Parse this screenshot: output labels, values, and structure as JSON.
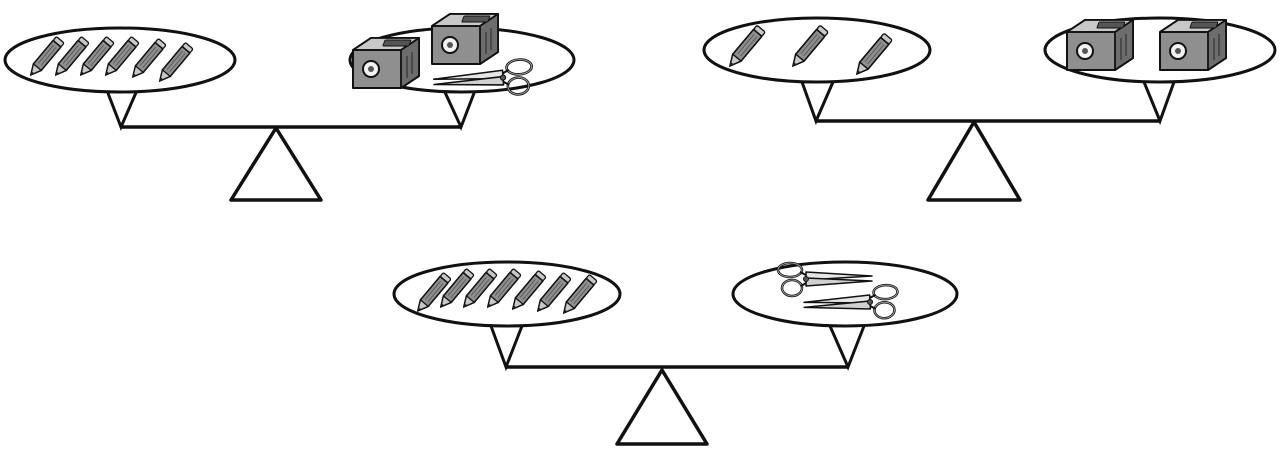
{
  "colors": {
    "ink": "#111111",
    "pan_fill": "#ffffff",
    "item_fill": "#8f8f8f",
    "item_light": "#c8c8c8",
    "item_dark": "#555555"
  },
  "scales": [
    {
      "name": "scale-1",
      "left_pan": {
        "item": "pencil",
        "count": 6
      },
      "right_pan": [
        {
          "item": "sharpener",
          "count": 2
        },
        {
          "item": "scissors",
          "count": 1
        }
      ],
      "balanced": true
    },
    {
      "name": "scale-2",
      "left_pan": {
        "item": "pencil",
        "count": 3
      },
      "right_pan": [
        {
          "item": "sharpener",
          "count": 2
        }
      ],
      "balanced": true
    },
    {
      "name": "scale-3",
      "left_pan": {
        "item": "pencil",
        "count": 7
      },
      "right_pan": [
        {
          "item": "scissors",
          "count": 2
        }
      ],
      "balanced": true
    }
  ],
  "icons": [
    "pencil-icon",
    "sharpener-icon",
    "scissors-icon",
    "fulcrum-icon"
  ]
}
